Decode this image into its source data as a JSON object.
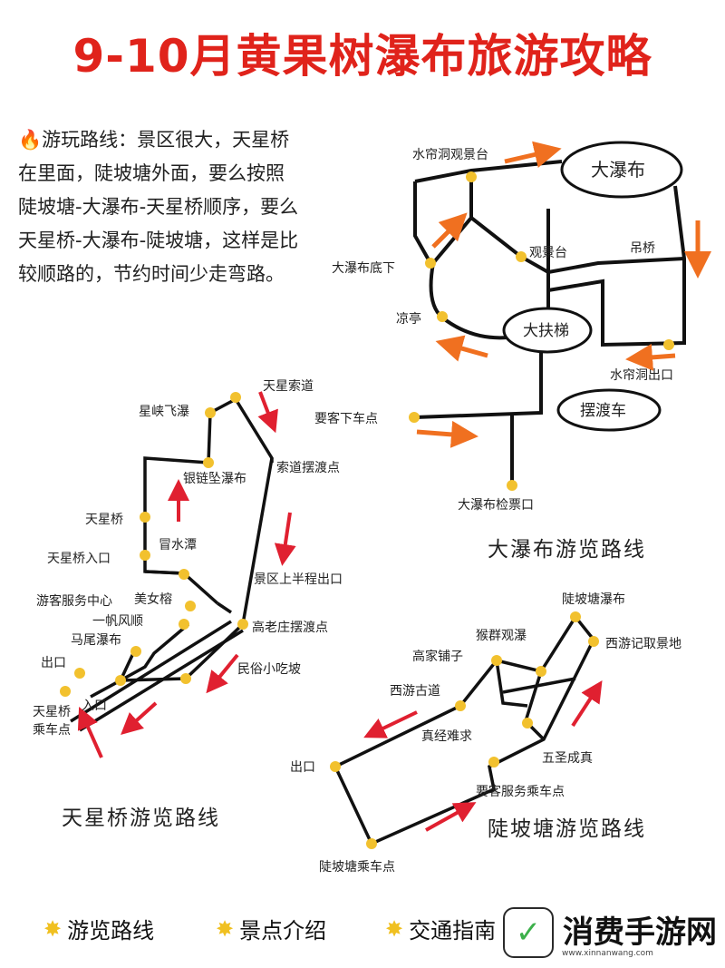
{
  "title": "9-10月黄果树瀑布旅游攻略",
  "intro": {
    "icon": "fire-icon",
    "text": "游玩路线：景区很大，天星桥在里面，陡坡塘外面，要么按照陡坡塘-大瀑布-天星桥顺序，要么天星桥-大瀑布-陡坡塘，这样是比较顺路的，节约时间少走弯路。"
  },
  "colors": {
    "title": "#e0231b",
    "route": "#111111",
    "node": "#f2c12e",
    "arrow_orange": "#f07020",
    "arrow_red": "#e02030"
  },
  "dapubu": {
    "section_title": "大瀑布游览路线",
    "oval_main": "大瀑布",
    "oval_escalator": "大扶梯",
    "oval_ferry": "摆渡车",
    "labels": {
      "shuilian_view": "水帘洞观景台",
      "observation": "观景台",
      "bridge": "吊桥",
      "fall_bottom": "大瀑布底下",
      "pavilion": "凉亭",
      "shuilian_exit": "水帘洞出口",
      "dropoff": "要客下车点",
      "ticket": "大瀑布检票口"
    }
  },
  "tianxing": {
    "section_title": "天星桥游览路线",
    "labels": {
      "cableway": "天星索道",
      "xingxia": "星峡飞瀑",
      "yinlian": "银链坠瀑布",
      "cable_ferry": "索道摆渡点",
      "tianxingqiao": "天星桥",
      "maoshuitan": "冒水潭",
      "entrance_tx": "天星桥入口",
      "upper_exit": "景区上半程出口",
      "visitor_center": "游客服务中心",
      "meinvrong": "美女榕",
      "yifan": "一帆风顺",
      "gaolaozhuang": "高老庄摆渡点",
      "mawei": "马尾瀑布",
      "exit": "出口",
      "minsu": "民俗小吃坡",
      "bus_stop": "天星桥\n乘车点",
      "entrance": "入口"
    }
  },
  "doupotang": {
    "section_title": "陡坡塘游览路线",
    "labels": {
      "doupotang_fall": "陡坡塘瀑布",
      "housqun": "猴群观瀑",
      "xiyouji": "西游记取景地",
      "gaojia": "高家铺子",
      "xiyou_street": "西游古道",
      "zhenjing": "真经难求",
      "wusheng": "五圣成真",
      "exit": "出口",
      "service_stop": "要客服务乘车点",
      "bus_stop": "陡坡塘乘车点"
    }
  },
  "footer": {
    "items": [
      "游览路线",
      "景点介绍",
      "交通指南"
    ],
    "brand_name": "消费手游网",
    "brand_url": "www.xinnanwang.com"
  }
}
